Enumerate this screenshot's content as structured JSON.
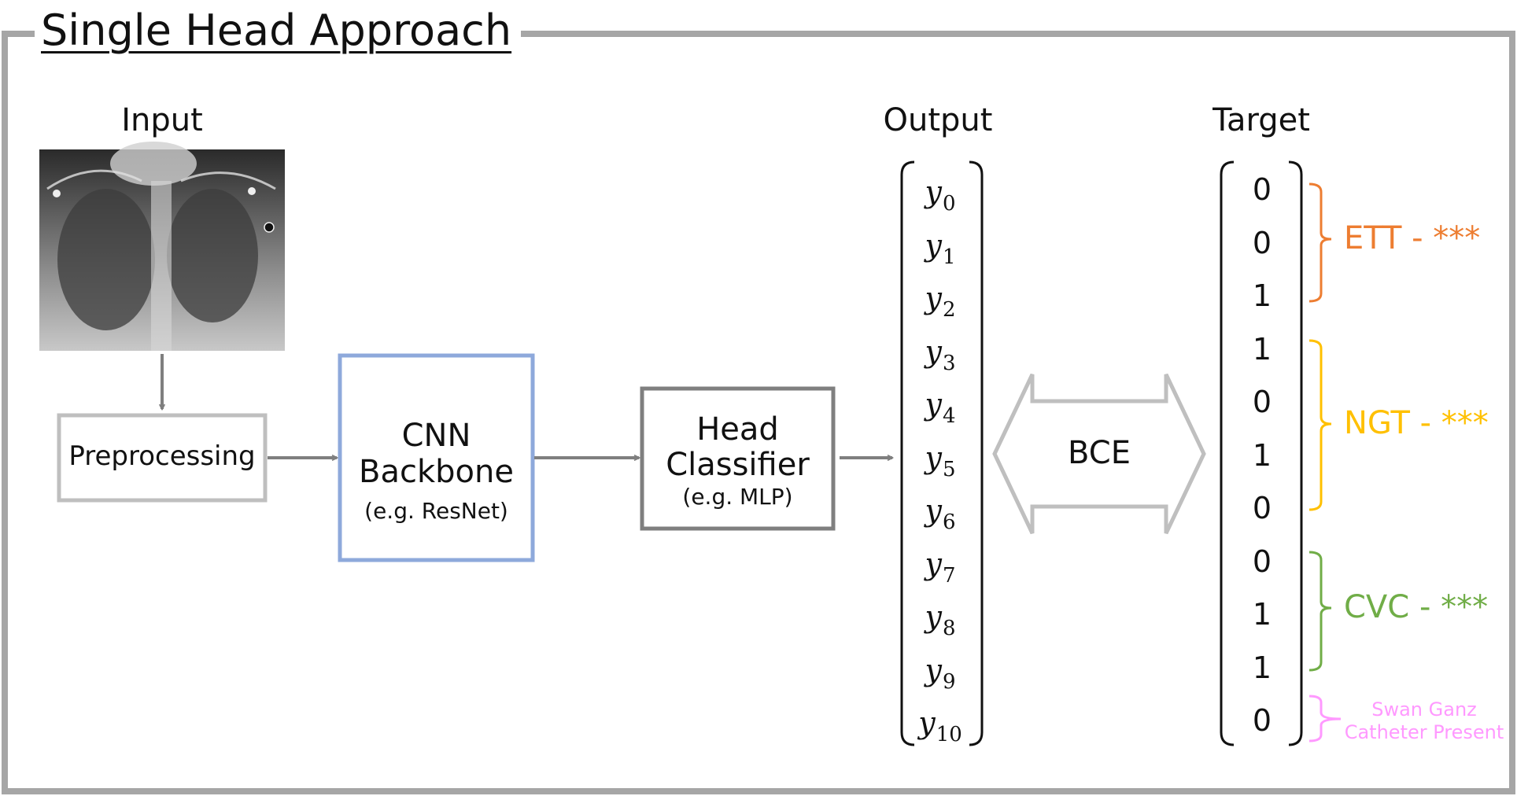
{
  "title": "Single Head Approach",
  "input": {
    "heading": "Input"
  },
  "preprocessing": {
    "label": "Preprocessing"
  },
  "backbone": {
    "line1": "CNN",
    "line2": "Backbone",
    "note": "(e.g. ResNet)"
  },
  "head": {
    "line1": "Head",
    "line2": "Classifier",
    "note": "(e.g. MLP)"
  },
  "output": {
    "heading": "Output",
    "symbol": "y",
    "indices": [
      "0",
      "1",
      "2",
      "3",
      "4",
      "5",
      "6",
      "7",
      "8",
      "9",
      "10"
    ]
  },
  "loss": {
    "label": "BCE"
  },
  "target": {
    "heading": "Target",
    "values": [
      "0",
      "0",
      "1",
      "1",
      "0",
      "1",
      "0",
      "0",
      "1",
      "1",
      "0"
    ]
  },
  "groups": [
    {
      "label": "ETT - ***",
      "color": "#ED7D31"
    },
    {
      "label": "NGT - ***",
      "color": "#FFC000"
    },
    {
      "label": "CVC - ***",
      "color": "#70AD47"
    },
    {
      "line1": "Swan Ganz",
      "line2": "Catheter Present",
      "color": "#FF99FF"
    }
  ],
  "colors": {
    "frame": "#A6A6A6",
    "arrow": "#7F7F7F",
    "preprocessing_border": "#BFBFBF",
    "backbone_border": "#8EA9DB",
    "head_border": "#7F7F7F",
    "bce_arrow": "#BFBFBF"
  }
}
